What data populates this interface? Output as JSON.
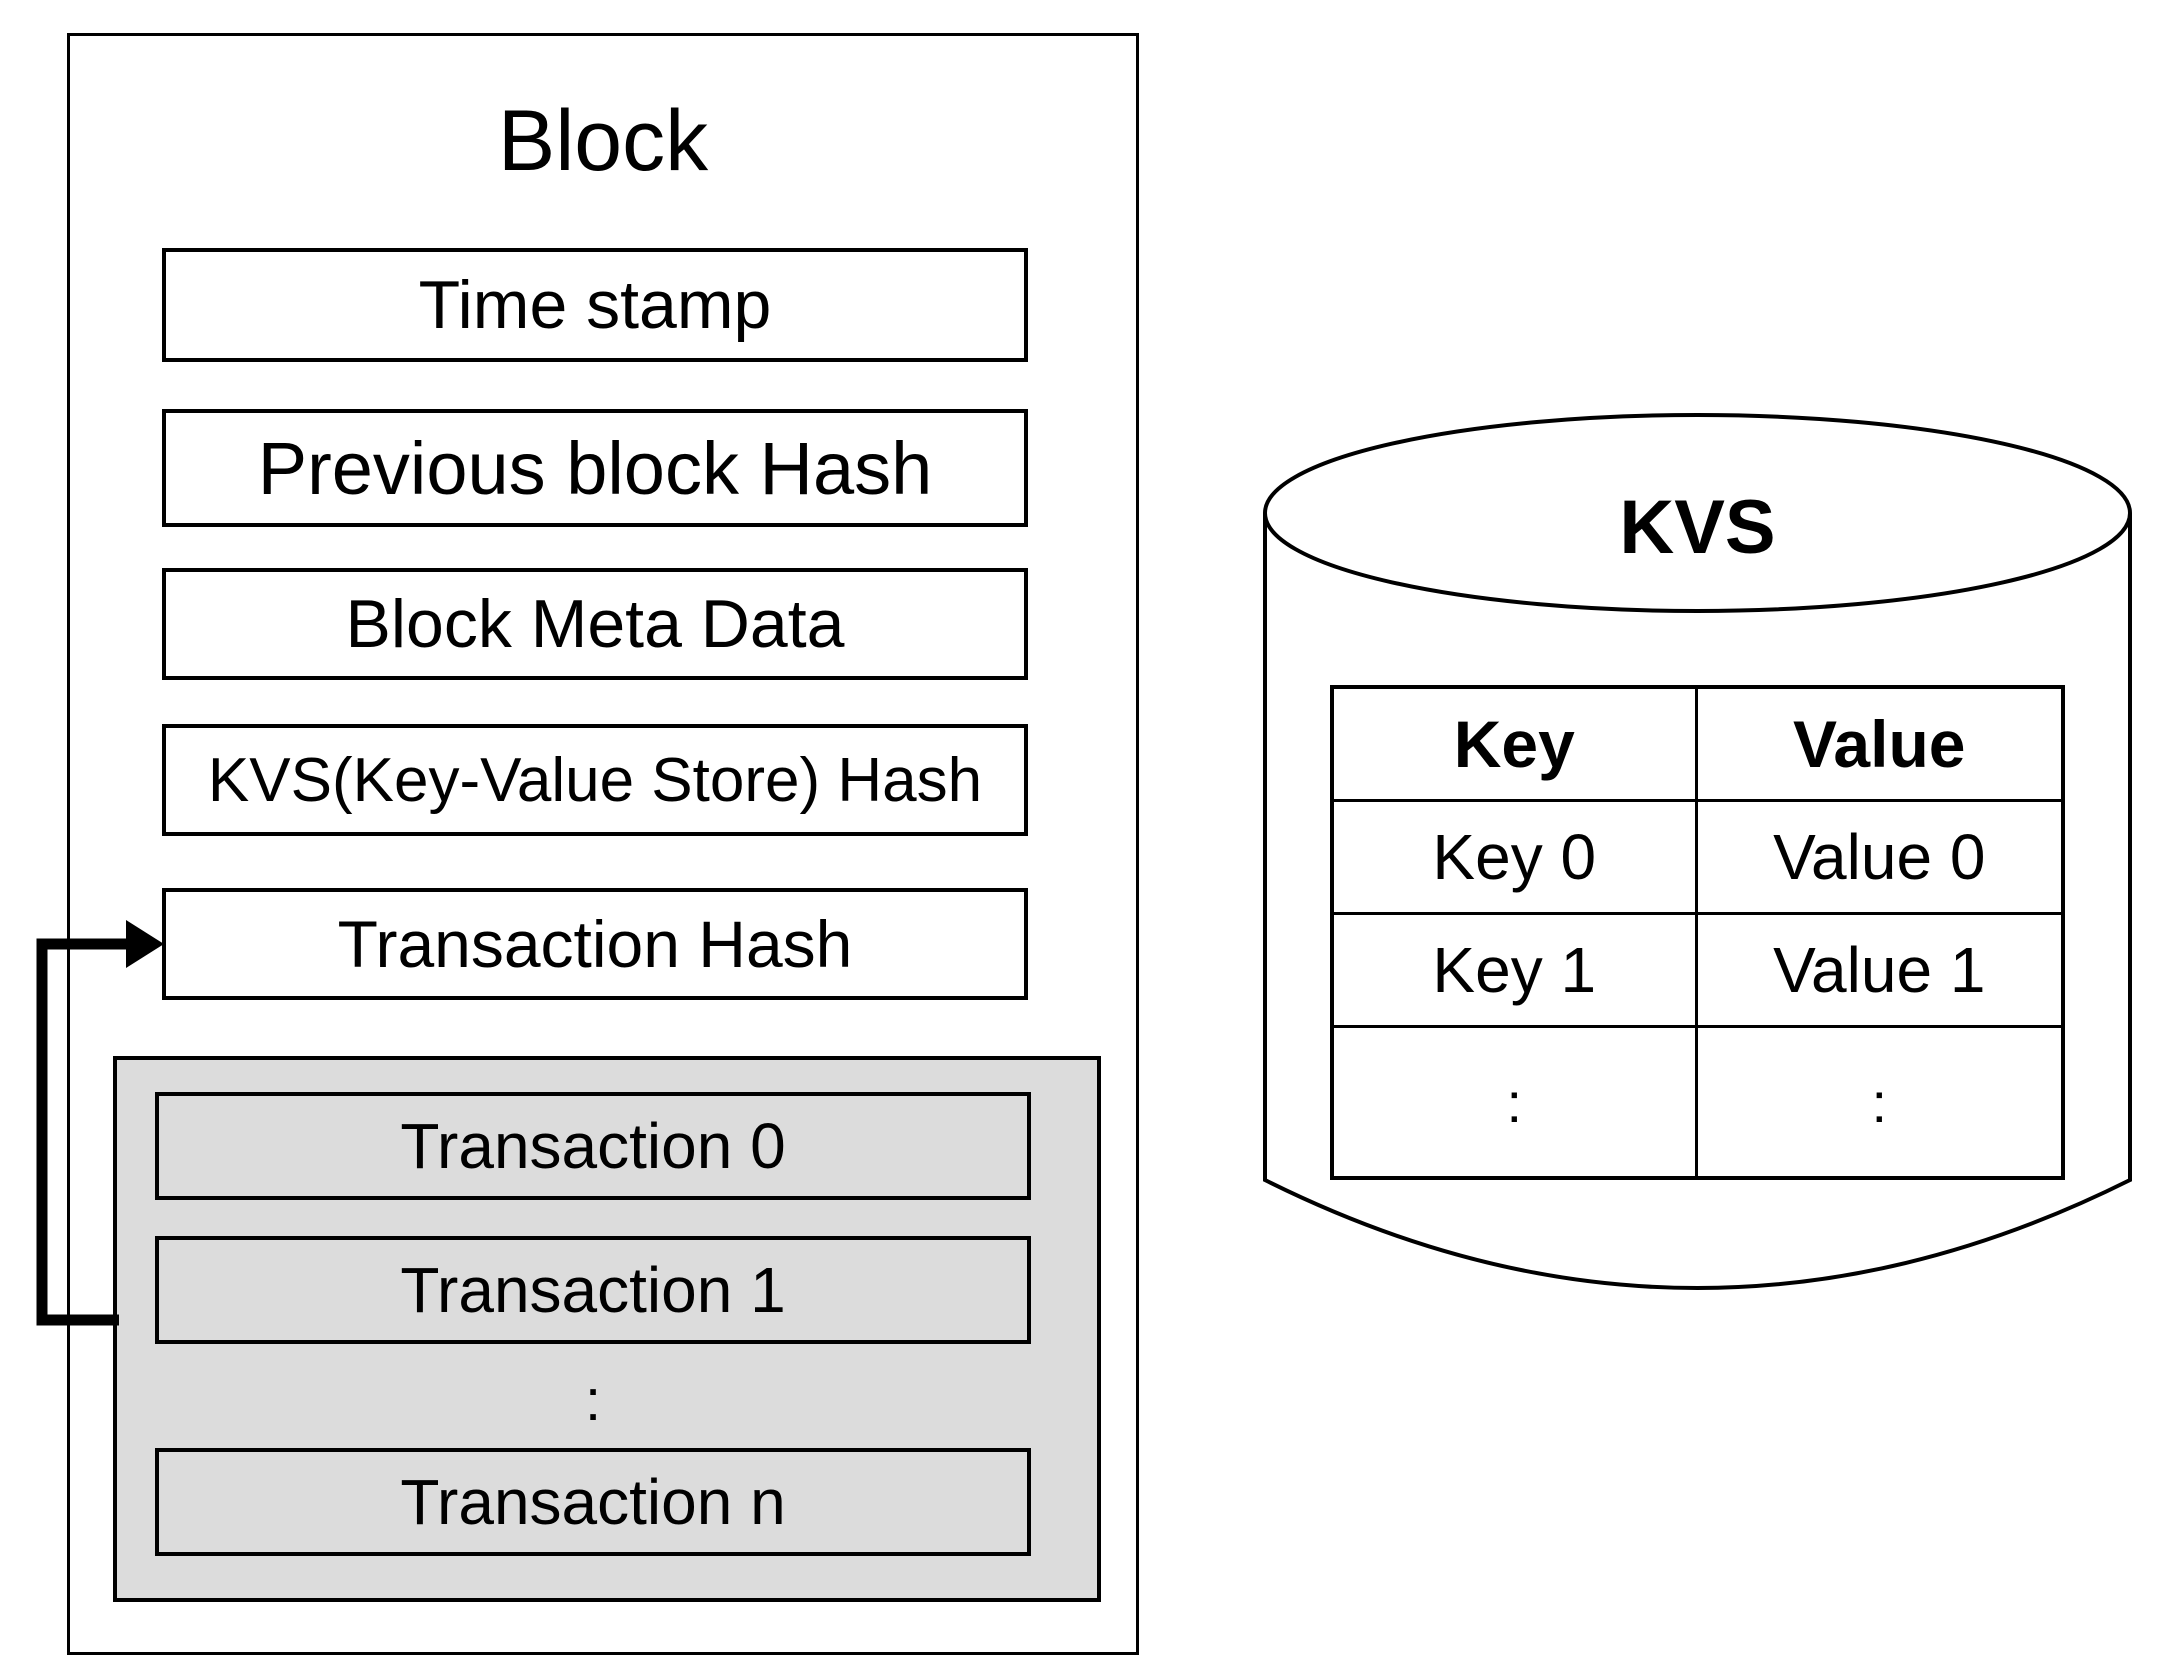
{
  "block": {
    "title": "Block",
    "fields": [
      {
        "label": "Time stamp"
      },
      {
        "label": "Previous block Hash"
      },
      {
        "label": "Block Meta Data"
      },
      {
        "label": "KVS(Key-Value Store) Hash"
      },
      {
        "label": "Transaction Hash"
      }
    ],
    "transactions": {
      "items": [
        {
          "label": "Transaction 0"
        },
        {
          "label": "Transaction 1"
        }
      ],
      "ellipsis": ":",
      "last_item": {
        "label": "Transaction n"
      }
    }
  },
  "kvs": {
    "title": "KVS",
    "table": {
      "headers": [
        "Key",
        "Value"
      ],
      "rows": [
        [
          "Key 0",
          "Value 0"
        ],
        [
          "Key 1",
          "Value 1"
        ],
        [
          ":",
          ":"
        ]
      ]
    }
  },
  "colors": {
    "stroke": "#000000",
    "gray_fill": "#dcdcdc",
    "background": "#ffffff"
  }
}
